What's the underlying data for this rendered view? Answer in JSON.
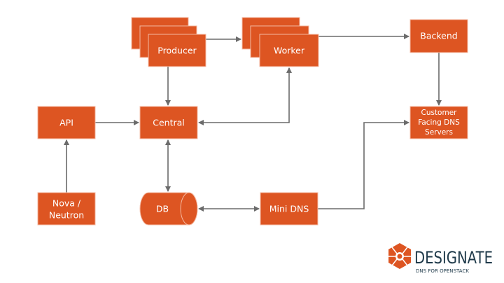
{
  "nodes": {
    "producer": "Producer",
    "worker": "Worker",
    "backend": "Backend",
    "customer_dns": [
      "Customer",
      "Facing DNS",
      "Servers"
    ],
    "api": "API",
    "central": "Central",
    "nova": [
      "Nova /",
      "Neutron"
    ],
    "db": "DB",
    "mini_dns": "Mini DNS"
  },
  "logo": {
    "name": "DESIGNATE",
    "tagline": "DNS FOR OPENSTACK"
  },
  "colors": {
    "node": "#dd5522",
    "edge": "#6b6b6b",
    "logo_text": "#1f3a4a"
  }
}
